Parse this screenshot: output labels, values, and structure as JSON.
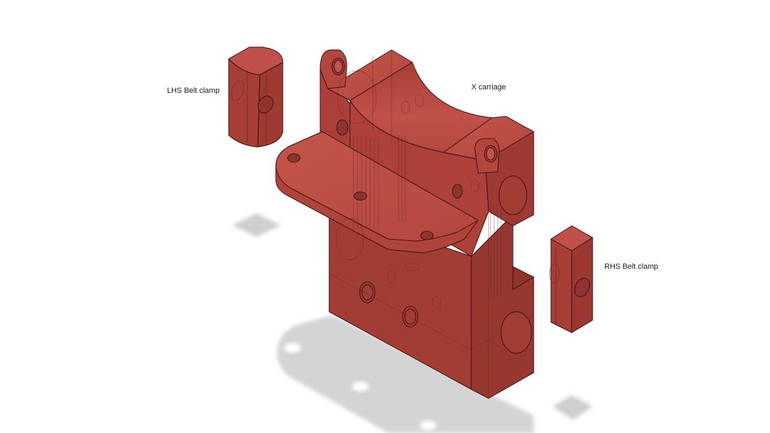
{
  "scene": {
    "type": "3D CAD assembly render (exploded view)",
    "background": "#ffffff",
    "part_color": "#b6443b",
    "part_color_dark": "#9a3a33",
    "part_color_light": "#c4524a",
    "edge_color": "#3a1210",
    "shadow_color": "#d0d0d0"
  },
  "labels": {
    "lhs_belt_clamp": "LHS Belt clamp",
    "x_carriage": "X carriage",
    "rhs_belt_clamp": "RHS Belt clamp"
  },
  "parts": [
    {
      "id": "lhs-belt-clamp",
      "name": "LHS Belt clamp"
    },
    {
      "id": "x-carriage",
      "name": "X carriage"
    },
    {
      "id": "rhs-belt-clamp",
      "name": "RHS Belt clamp"
    }
  ]
}
